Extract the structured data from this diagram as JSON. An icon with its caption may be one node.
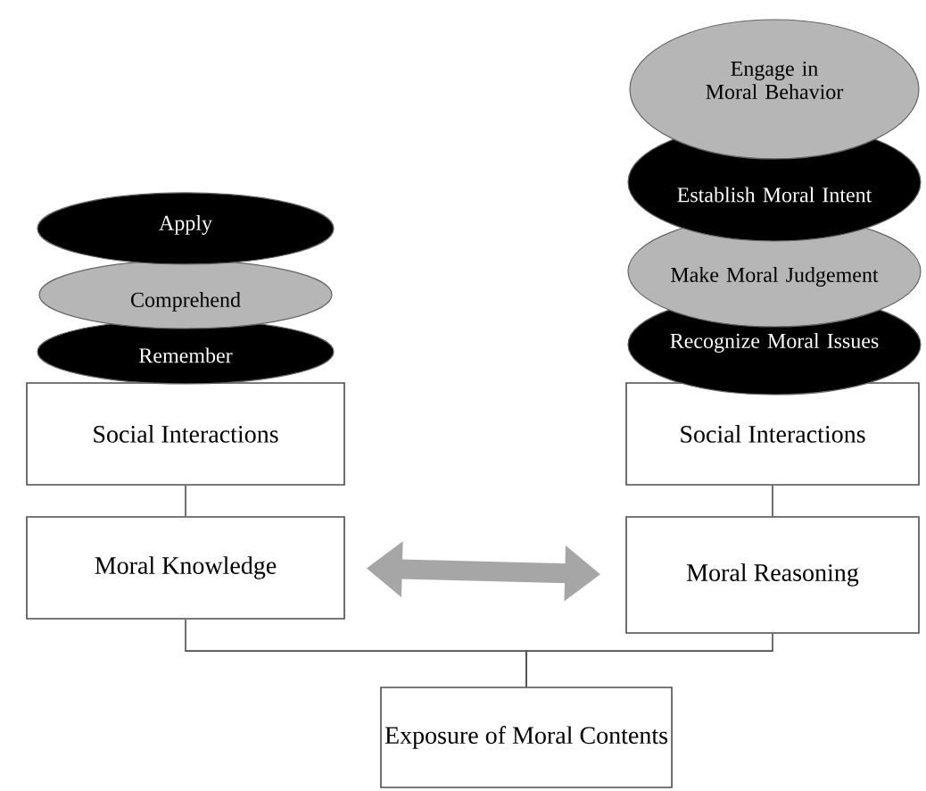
{
  "diagram": {
    "nodes": [
      {
        "text": [
          "Apply"
        ]
      },
      {
        "text": [
          "Comprehend"
        ]
      },
      {
        "text": [
          "Remember"
        ]
      },
      {
        "text": [
          "Social Interactions"
        ]
      },
      {
        "text": [
          "Moral Knowledge"
        ]
      },
      {
        "text": [
          "Engage in Moral Behavior"
        ]
      },
      {
        "text": [
          "Establish Moral Intent"
        ]
      },
      {
        "text": [
          "Make Moral Judgement"
        ]
      },
      {
        "text": [
          "Recognize Moral Issues"
        ]
      },
      {
        "text": [
          "Social Interactions"
        ]
      },
      {
        "text": [
          "Moral Reasoning"
        ]
      },
      {
        "text": [
          "Exposure of Moral Contents"
        ]
      }
    ],
    "edges": [
      {
        "from": 3,
        "to": 4,
        "arrow": "none"
      },
      {
        "from": 9,
        "to": 10,
        "arrow": "none"
      },
      {
        "from": 4,
        "to": 11,
        "arrow": "none"
      },
      {
        "from": 10,
        "to": 11,
        "arrow": "none"
      },
      {
        "from": 4,
        "to": 10,
        "arrow": "both",
        "style": "thick",
        "color": "#a6a6a6"
      }
    ]
  }
}
